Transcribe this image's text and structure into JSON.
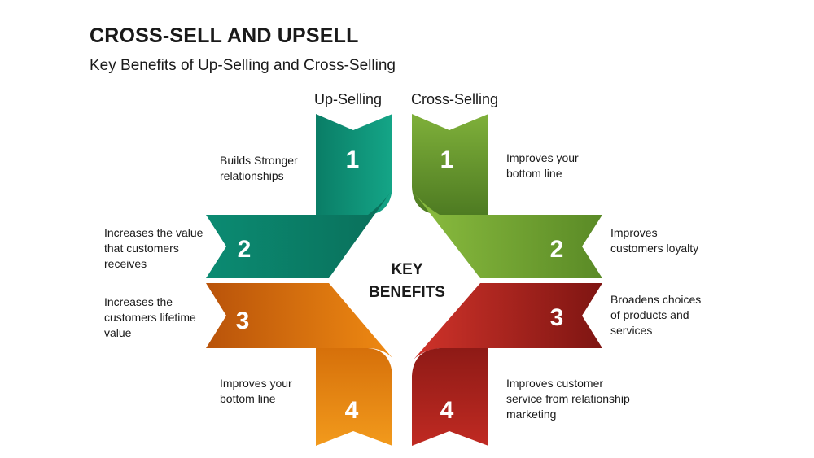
{
  "title": "CROSS-SELL AND UPSELL",
  "subtitle": "Key Benefits of Up-Selling and Cross-Selling",
  "columns": {
    "left": "Up-Selling",
    "right": "Cross-Selling"
  },
  "center": {
    "line1": "KEY",
    "line2": "BENEFITS"
  },
  "upselling": [
    {
      "number": "1",
      "text": "Builds Stronger\nrelationships",
      "color": "#0f8f76"
    },
    {
      "number": "2",
      "text": "Increases the value\nthat customers\nreceives",
      "color": "#0f8f76"
    },
    {
      "number": "3",
      "text": "Increases the\ncustomers lifetime\nvalue",
      "color": "#d9690a"
    },
    {
      "number": "4",
      "text": "Improves your\nbottom line",
      "color": "#e8860a"
    }
  ],
  "crossselling": [
    {
      "number": "1",
      "text": "Improves your\nbottom line",
      "color": "#6e9a2e"
    },
    {
      "number": "2",
      "text": "Improves\ncustomers loyalty",
      "color": "#6e9a2e"
    },
    {
      "number": "3",
      "text": "Broadens choices\nof products and\nservices",
      "color": "#b0231d"
    },
    {
      "number": "4",
      "text": "Improves customer\nservice from relationship\nmarketing",
      "color": "#a01e1a"
    }
  ]
}
